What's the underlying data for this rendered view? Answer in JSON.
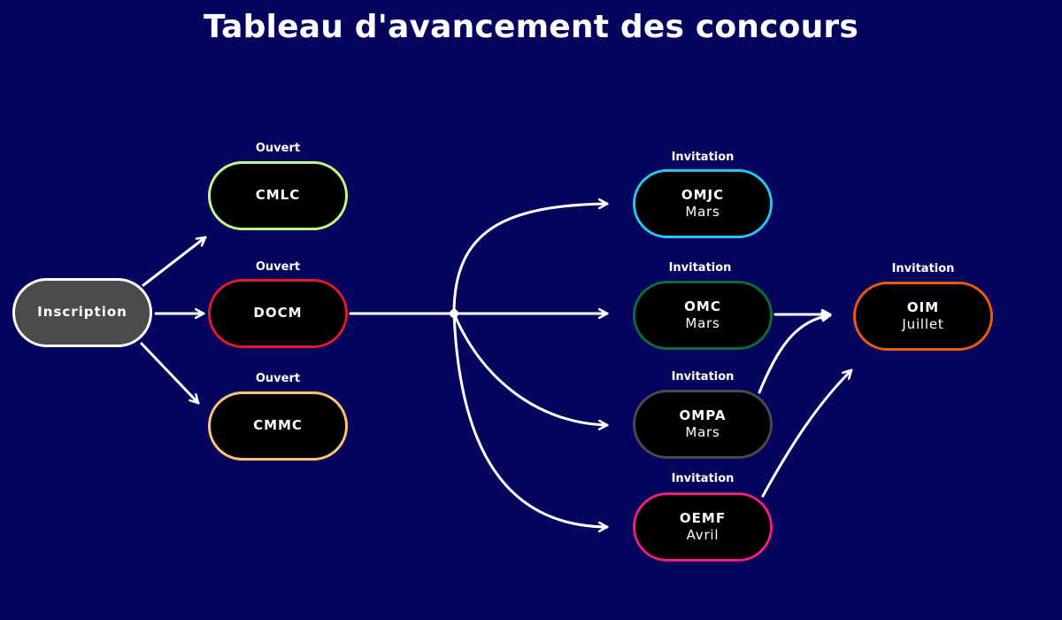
{
  "title": "Tableau d'avancement des concours",
  "start": {
    "label": "Inscription"
  },
  "open_contests": [
    {
      "name": "CMLC",
      "status": "Ouvert",
      "color": "#c3fa7e"
    },
    {
      "name": "DOCM",
      "status": "Ouvert",
      "color": "#e01b24"
    },
    {
      "name": "CMMC",
      "status": "Ouvert",
      "color": "#ffc56b"
    }
  ],
  "invitation_contests": [
    {
      "name": "OMJC",
      "date": "Mars",
      "status": "Invitation",
      "color": "#2bc4ea"
    },
    {
      "name": "OMC",
      "date": "Mars",
      "status": "Invitation",
      "color": "#0f6b3b"
    },
    {
      "name": "OMPA",
      "date": "Mars",
      "status": "Invitation",
      "color": "#4a4a4a"
    },
    {
      "name": "OEMF",
      "date": "Avril",
      "status": "Invitation",
      "color": "#ee1f7a"
    }
  ],
  "final_contest": {
    "name": "OIM",
    "date": "Juillet",
    "status": "Invitation",
    "color": "#e85d04"
  },
  "edges": [
    {
      "from": "Inscription",
      "to": "CMLC"
    },
    {
      "from": "Inscription",
      "to": "DOCM"
    },
    {
      "from": "Inscription",
      "to": "CMMC"
    },
    {
      "from": "DOCM",
      "to": "OMJC"
    },
    {
      "from": "DOCM",
      "to": "OMC"
    },
    {
      "from": "DOCM",
      "to": "OMPA"
    },
    {
      "from": "DOCM",
      "to": "OEMF"
    },
    {
      "from": "OMC",
      "to": "OIM"
    },
    {
      "from": "OMPA",
      "to": "OIM"
    },
    {
      "from": "OEMF",
      "to": "OIM"
    }
  ]
}
